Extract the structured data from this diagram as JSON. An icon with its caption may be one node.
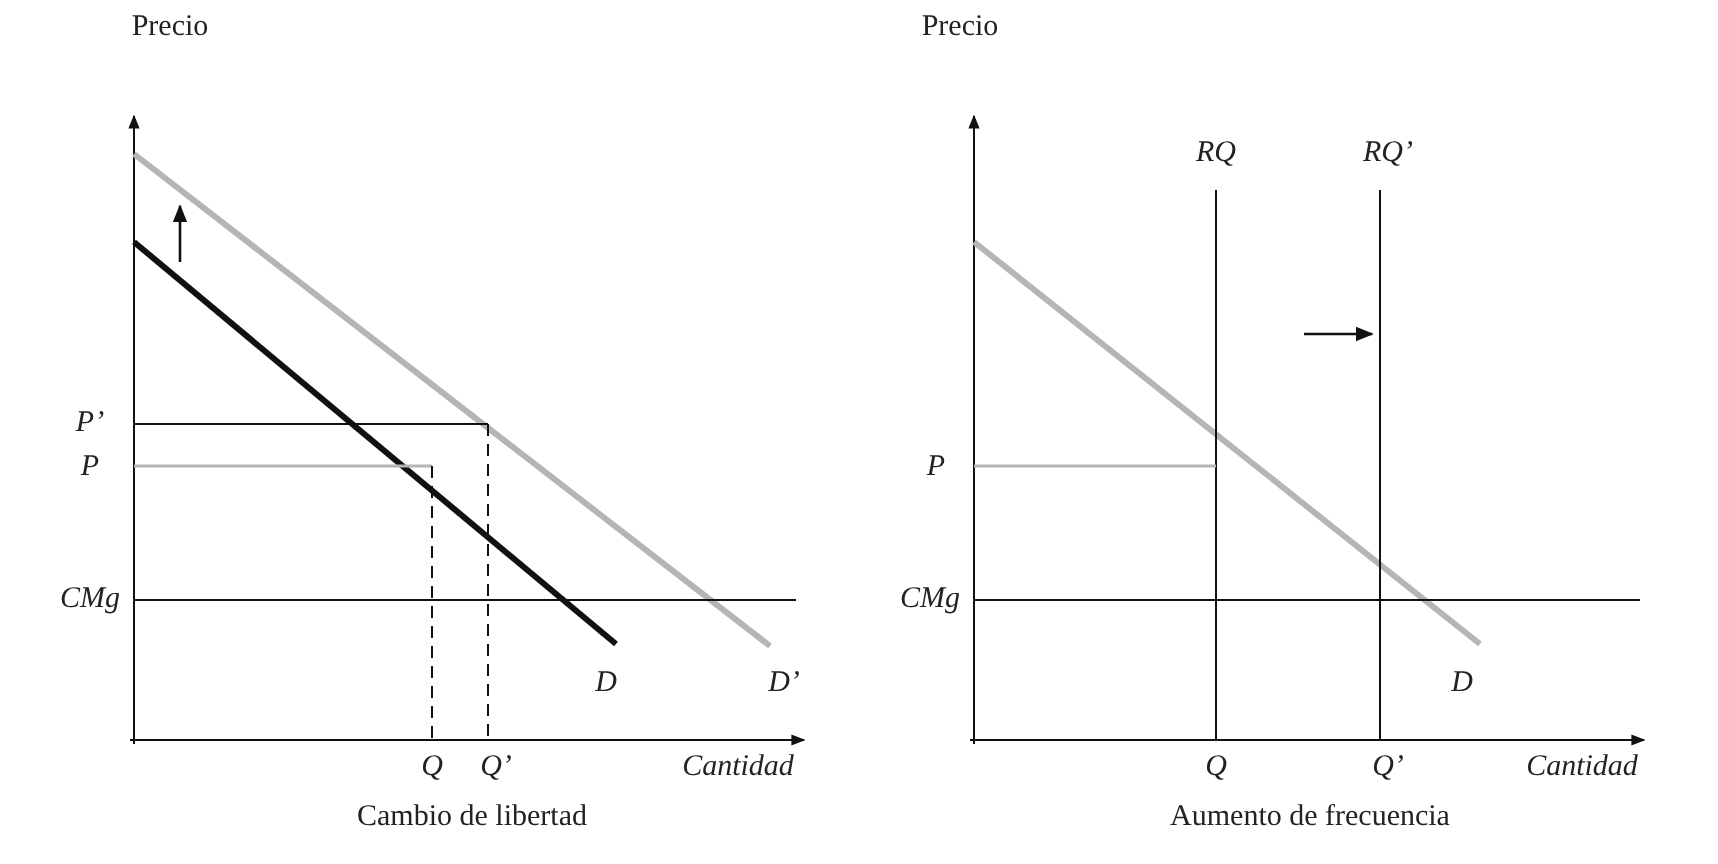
{
  "diagram": {
    "labels": [
      "Precio",
      "P’",
      "P",
      "CMg",
      "D",
      "D’",
      "Q",
      "Q’",
      "Cantidad",
      "Cambio de libertad",
      "Precio",
      "RQ",
      "RQ’",
      "P",
      "CMg",
      "D",
      "Q",
      "Q’",
      "Cantidad",
      "Aumento de frecuencia"
    ]
  }
}
